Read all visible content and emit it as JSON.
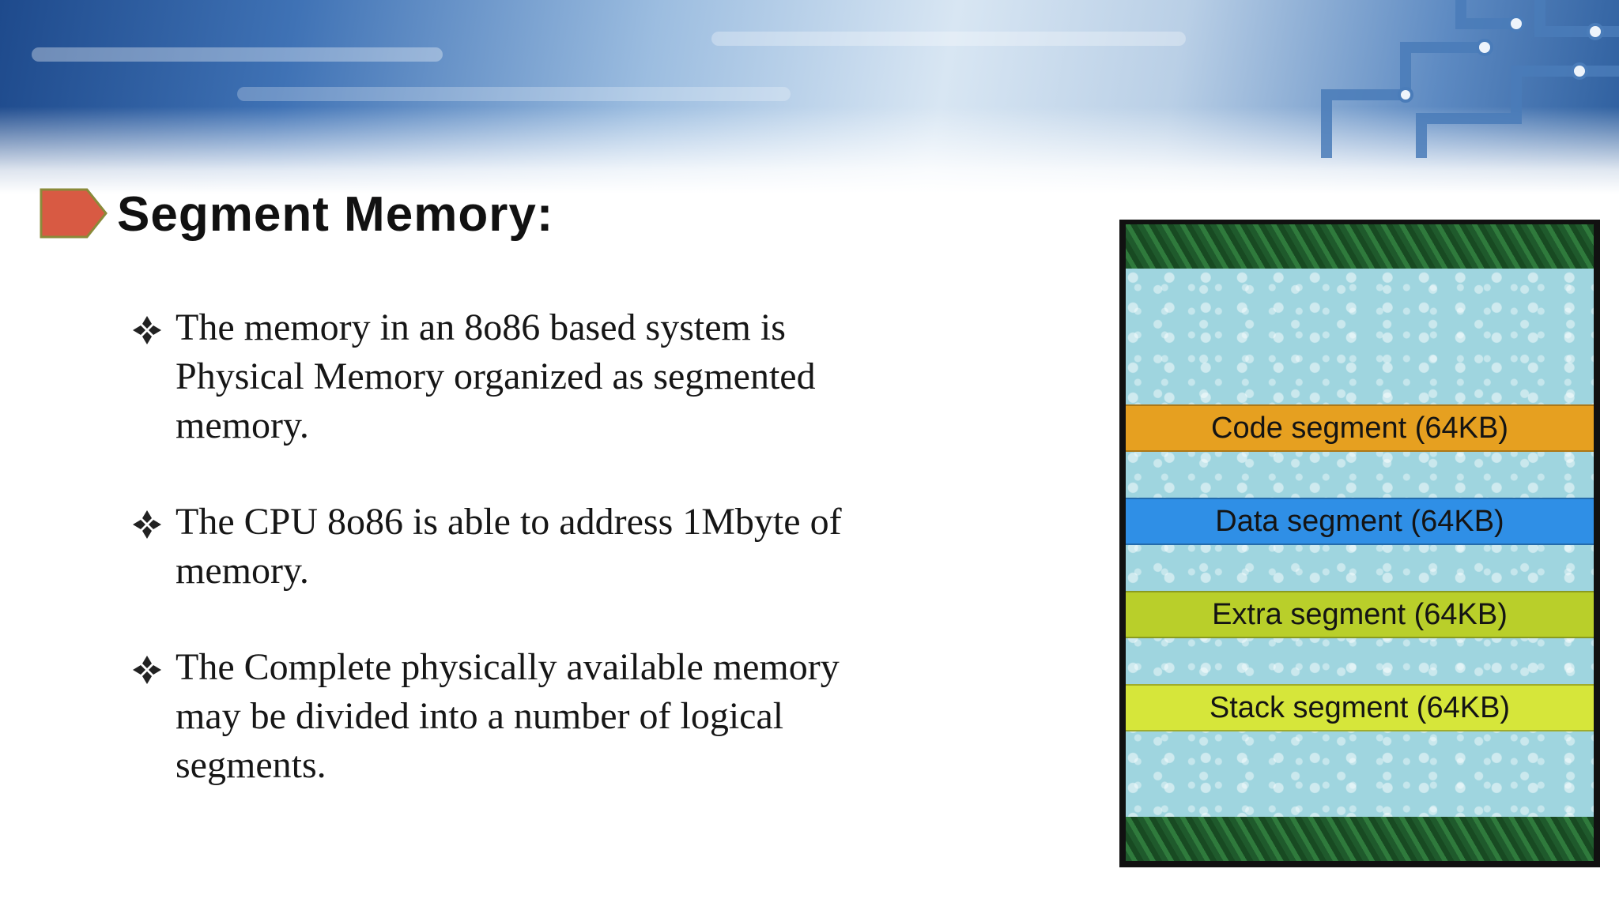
{
  "slide": {
    "title": "Segment Memory:",
    "accent_color": "#d85a43",
    "bullets": [
      {
        "text": "The memory in an 8o86 based system is\nPhysical Memory organized as segmented\nmemory."
      },
      {
        "text": "The CPU 8o86 is able to address 1Mbyte of\n memory."
      },
      {
        "text": "The Complete physically available memory\nmay be divided into a number of logical\nsegments."
      }
    ],
    "bullet_icon": "diamond-dots-icon"
  },
  "figure": {
    "segments": [
      {
        "label": "Code segment (64KB)",
        "color": "#e6a020"
      },
      {
        "label": "Data segment (64KB)",
        "color": "#2f8fe6"
      },
      {
        "label": "Extra segment (64KB)",
        "color": "#b9cf2a"
      },
      {
        "label": "Stack segment (64KB)",
        "color": "#d6e63a"
      }
    ]
  }
}
